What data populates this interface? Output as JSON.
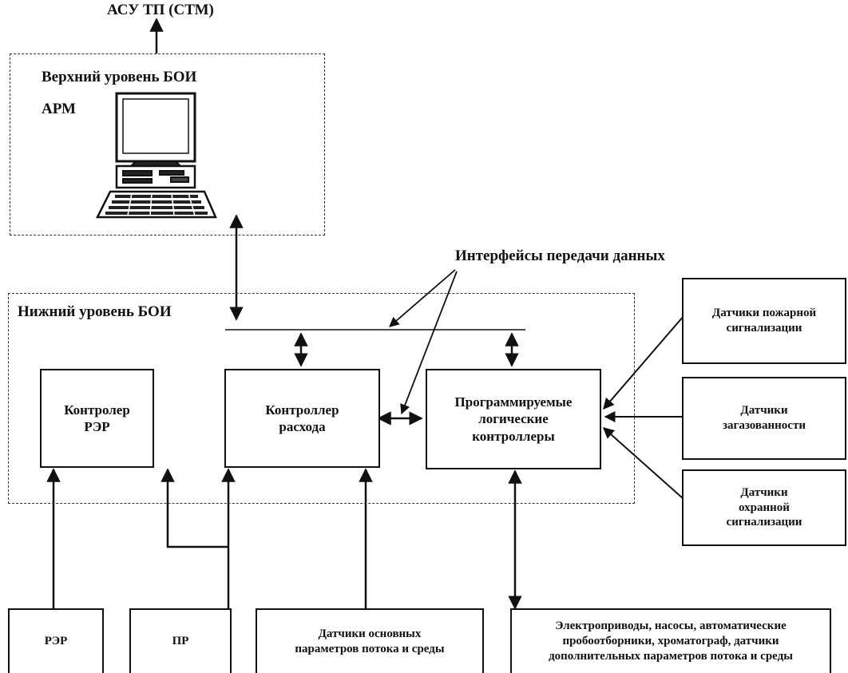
{
  "top_label": "АСУ ТП (СТМ)",
  "upper_level": {
    "title": "Верхний уровень БОИ",
    "subtitle": "АРМ",
    "computer_icon": "computer-workstation-icon"
  },
  "lower_level": {
    "title": "Нижний уровень БОИ"
  },
  "interfaces_label": "Интерфейсы передачи данных",
  "controllers": {
    "rer": [
      "Контролер",
      "РЭР"
    ],
    "flow": [
      "Контроллер",
      "расхода"
    ],
    "plc": [
      "Программируемые",
      "логические",
      "контроллеры"
    ]
  },
  "sensors": {
    "fire": [
      "Датчики пожарной",
      "сигнализации"
    ],
    "gas": [
      "Датчики",
      "загазованности"
    ],
    "security": [
      "Датчики",
      "охранной",
      "сигнализации"
    ]
  },
  "bottom": {
    "rer": "РЭР",
    "pr": "ПР",
    "main_sensors": [
      "Датчики основных",
      "параметров потока и среды"
    ],
    "actuators": [
      "Электроприводы, насосы, автоматические",
      "пробоотборники, хроматограф, датчики",
      "дополнительных параметров потока и среды"
    ]
  }
}
